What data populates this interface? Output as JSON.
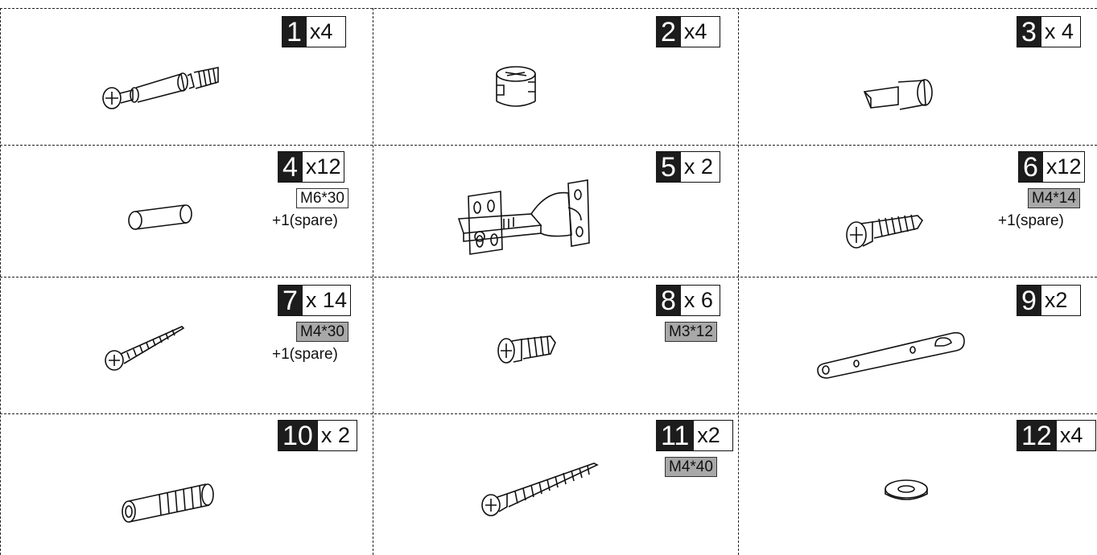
{
  "parts": [
    {
      "number": "1",
      "quantity": "x4",
      "icon": "cam-bolt-icon"
    },
    {
      "number": "2",
      "quantity": "x4",
      "icon": "cam-lock-icon"
    },
    {
      "number": "3",
      "quantity": "x 4",
      "icon": "shelf-pin-icon"
    },
    {
      "number": "4",
      "quantity": "x12",
      "spec": "M6*30",
      "spare": "+1(spare)",
      "icon": "wood-dowel-icon"
    },
    {
      "number": "5",
      "quantity": "x 2",
      "icon": "hinge-icon"
    },
    {
      "number": "6",
      "quantity": "x12",
      "spec": "M4*14",
      "spare": "+1(spare)",
      "icon": "short-screw-icon"
    },
    {
      "number": "7",
      "quantity": "x 14",
      "spec": "M4*30",
      "spare": "+1(spare)",
      "icon": "long-screw-icon"
    },
    {
      "number": "8",
      "quantity": "x 6",
      "spec": "M3*12",
      "icon": "small-screw-icon"
    },
    {
      "number": "9",
      "quantity": "x2",
      "icon": "anti-tip-strap-icon"
    },
    {
      "number": "10",
      "quantity": "x 2",
      "icon": "wall-plug-icon"
    },
    {
      "number": "11",
      "quantity": "x2",
      "spec": "M4*40",
      "icon": "wall-screw-icon"
    },
    {
      "number": "12",
      "quantity": "x4",
      "icon": "washer-icon"
    }
  ],
  "colors": {
    "ink": "#1c1c1c",
    "spec_grey": "#a8a8a8",
    "background": "#ffffff"
  }
}
